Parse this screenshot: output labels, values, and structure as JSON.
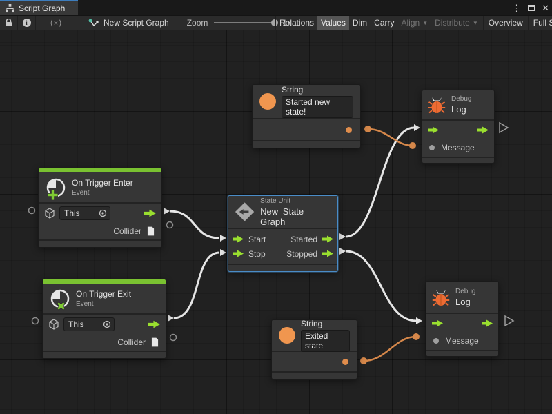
{
  "window": {
    "tab_title": "Script Graph",
    "menu_glyph": "⋮",
    "close_glyph": "✕"
  },
  "toolbar": {
    "variables_glyph": "⟨×⟩",
    "graph_name": "New Script Graph",
    "zoom_label": "Zoom",
    "zoom_value": "1x",
    "relations": "Relations",
    "values": "Values",
    "dim": "Dim",
    "carry": "Carry",
    "align": "Align",
    "distribute": "Distribute",
    "caret": "▼",
    "overview": "Overview",
    "fullscreen": "Full Scr"
  },
  "nodes": {
    "string_top": {
      "title": "String",
      "value": "Started new state!"
    },
    "debug_top": {
      "kind": "Debug",
      "title": "Log",
      "message_label": "Message"
    },
    "trigger_enter": {
      "title": "On Trigger Enter",
      "subtitle": "Event",
      "self_label": "This",
      "collider_label": "Collider"
    },
    "trigger_exit": {
      "title": "On Trigger Exit",
      "subtitle": "Event",
      "self_label": "This",
      "collider_label": "Collider"
    },
    "state_unit": {
      "kind": "State Unit",
      "title": "New State Graph",
      "start": "Start",
      "stop": "Stop",
      "started": "Started",
      "stopped": "Stopped"
    },
    "string_bottom": {
      "title": "String",
      "value": "Exited state"
    },
    "debug_bottom": {
      "kind": "Debug",
      "title": "Log",
      "message_label": "Message"
    }
  },
  "colors": {
    "flow_green": "#9adf2f",
    "event_green": "#7ac231",
    "value_orange": "#f0964f",
    "wire_orange": "#d5874a",
    "wire_white": "#e6e6e6",
    "bug_orange": "#ed6b33",
    "selection_blue": "#4a8cc7",
    "tab_focus_blue": "#3d7dbd",
    "canvas_bg": "#212121"
  }
}
